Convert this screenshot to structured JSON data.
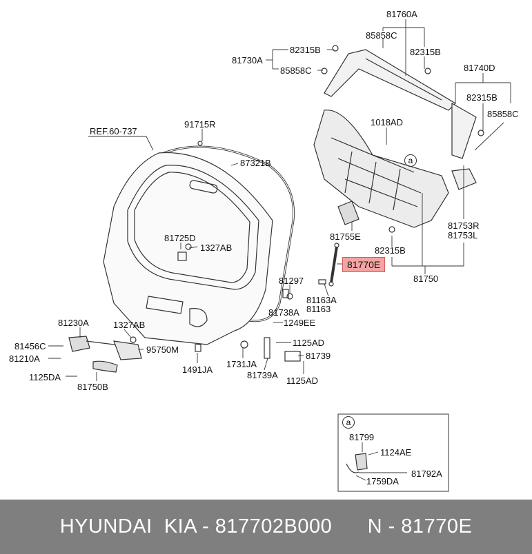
{
  "labels": {
    "p81760A": "81760A",
    "p85858C_top": "85858C",
    "p82315B_top": "82315B",
    "p82315B_left": "82315B",
    "p81730A": "81730A",
    "p85858C_left": "85858C",
    "p81740D": "81740D",
    "p82315B_right": "82315B",
    "p85858C_right": "85858C",
    "p91715R": "91715R",
    "ref": "REF.60-737",
    "p87321B": "87321B",
    "p1018AD": "1018AD",
    "p81755E": "81755E",
    "p82315B_mid": "82315B",
    "p81753R": "81753R",
    "p81753L": "81753L",
    "p81750": "81750",
    "p81725D": "81725D",
    "p1327AB_top": "1327AB",
    "p81770E": "81770E",
    "p81297": "81297",
    "p81163A": "81163A",
    "p81163": "81163",
    "p81738A": "81738A",
    "p1249EE": "1249EE",
    "p1125AD_a": "1125AD",
    "p81739": "81739",
    "p1125AD_b": "1125AD",
    "p81739A": "81739A",
    "p1731JA": "1731JA",
    "p81230A": "81230A",
    "p1327AB_low": "1327AB",
    "p81456C": "81456C",
    "p81210A": "81210A",
    "p95750M": "95750M",
    "p1491JA": "1491JA",
    "p1125DA": "1125DA",
    "p81750B": "81750B",
    "detail_a": "a",
    "detail_a2": "a",
    "p81799": "81799",
    "p1124AE": "1124AE",
    "p81792A": "81792A",
    "p1759DA": "1759DA"
  },
  "footer": {
    "brand": "HYUNDAI  KIA - 817702B000",
    "ref": "N - 81770E"
  },
  "colors": {
    "highlight": "#f4a3a3",
    "footer_bg": "#7f7f7f"
  }
}
